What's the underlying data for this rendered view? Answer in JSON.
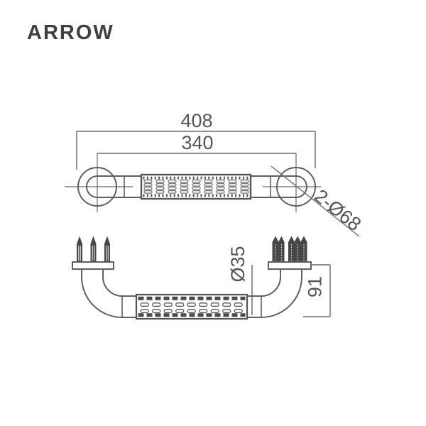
{
  "brand": {
    "logo": "ARROW"
  },
  "dimensions": {
    "overall_length": "408",
    "mounting_centers": "340",
    "flange_diameter": "2-Ø68",
    "tube_diameter": "Ø35",
    "standoff_height": "91"
  },
  "colors": {
    "logo": "#3f3f3f",
    "drawing_line": "#5f5f5f",
    "dimension_text": "#555555"
  }
}
